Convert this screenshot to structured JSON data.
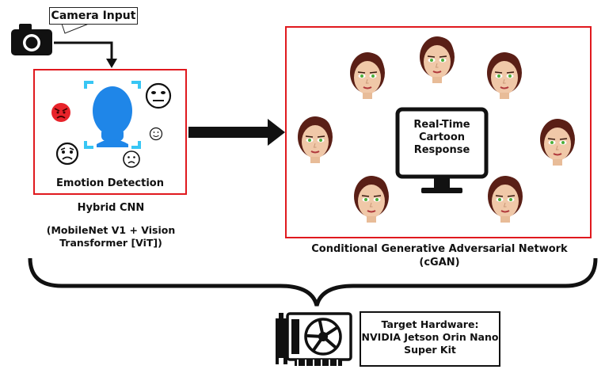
{
  "camera": {
    "label": "Camera Input",
    "icon": "camera-icon"
  },
  "emotion_detection": {
    "label": "Emotion Detection",
    "model_title": "Hybrid CNN",
    "model_subtitle_line1": "(MobileNet V1 + Vision",
    "model_subtitle_line2": "Transformer [ViT])"
  },
  "cgan": {
    "monitor_line1": "Real-Time",
    "monitor_line2": "Cartoon",
    "monitor_line3": "Response",
    "caption_line1": "Conditional Generative Adversarial Network",
    "caption_line2": "(cGAN)"
  },
  "hardware": {
    "line1": "Target Hardware:",
    "line2": "NVIDIA Jetson Orin Nano",
    "line3": "Super Kit",
    "icon": "gpu-card-icon"
  },
  "colors": {
    "box_border": "#e0191e",
    "face_blue": "#1f86e8",
    "angry_red": "#e8232a",
    "scan_cyan": "#38c6f4",
    "hair": "#5a1f16",
    "eyes": "#4caf3a"
  }
}
